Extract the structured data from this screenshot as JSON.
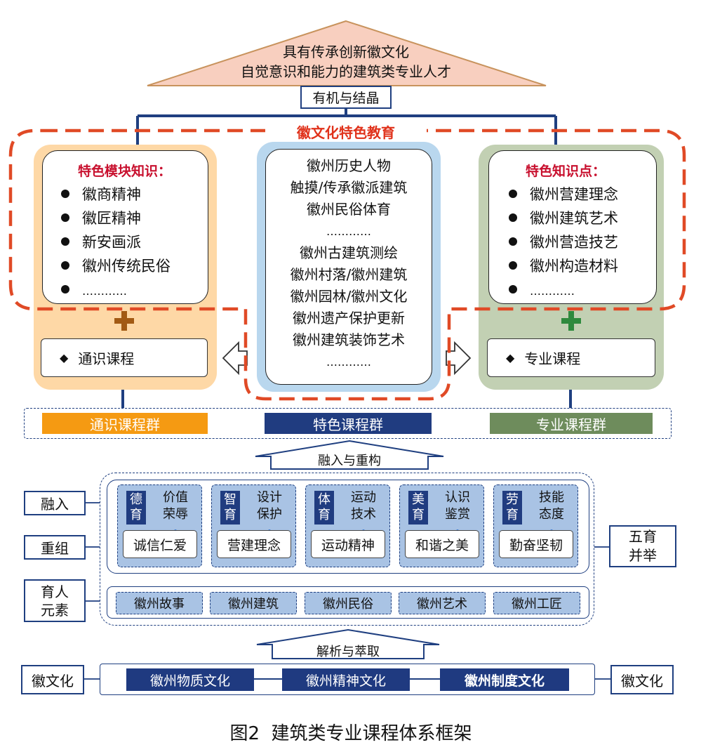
{
  "goal": {
    "line1": "具有传承创新徽文化",
    "line2": "自觉意识和能力的建筑类专业人才"
  },
  "organic_label": "有机与结晶",
  "feature_edu_label": "徽文化特色教育",
  "left_panel": {
    "title": "特色模块知识：",
    "items": [
      "徽商精神",
      "徽匠精神",
      "新安画派",
      "徽州传统民俗",
      "…………"
    ],
    "plus": "+",
    "course": "通识课程"
  },
  "mid_panel": {
    "lines": [
      "徽州历史人物",
      "触摸/传承徽派建筑",
      "徽州民俗体育",
      "…………",
      "徽州古建筑测绘",
      "徽州村落/徽州建筑",
      "徽州园林/徽州文化",
      "徽州遗产保护更新",
      "徽州建筑装饰艺术",
      "…………"
    ]
  },
  "right_panel": {
    "title": "特色知识点：",
    "items": [
      "徽州营建理念",
      "徽州建筑艺术",
      "徽州营造技艺",
      "徽州构造材料",
      "…………"
    ],
    "plus": "+",
    "course": "专业课程"
  },
  "course_groups": [
    {
      "label": "通识课程群",
      "color": "#f59a12"
    },
    {
      "label": "特色课程群",
      "color": "#203c80"
    },
    {
      "label": "专业课程群",
      "color": "#6e8c5c"
    }
  ],
  "integrate_label": "融入与重构",
  "side_labels": {
    "rongru": "融入",
    "chongzu": "重组",
    "yuren": "育人元素",
    "wuyu": "五育并举"
  },
  "five_edu": [
    {
      "badge": "德育",
      "words": [
        "价值",
        "荣辱"
      ],
      "value": "诚信仁爱"
    },
    {
      "badge": "智育",
      "words": [
        "设计",
        "保护"
      ],
      "value": "营建理念"
    },
    {
      "badge": "体育",
      "words": [
        "运动",
        "技术"
      ],
      "value": "运动精神"
    },
    {
      "badge": "美育",
      "words": [
        "认识",
        "鉴赏"
      ],
      "value": "和谐之美"
    },
    {
      "badge": "劳育",
      "words": [
        "技能",
        "态度"
      ],
      "value": "勤奋坚韧"
    }
  ],
  "elements": [
    "徽州故事",
    "徽州建筑",
    "徽州民俗",
    "徽州艺术",
    "徽州工匠"
  ],
  "analysis_label": "解析与萃取",
  "culture_side": {
    "left": "徽文化",
    "right": "徽文化"
  },
  "culture_items": [
    "徽州物质文化",
    "徽州精神文化",
    "徽州制度文化"
  ],
  "caption": "图2  建筑类专业课程体系框架",
  "colors": {
    "navy": "#1f3f80",
    "orange": "#f59a12",
    "red_dash": "#e04a26",
    "green": "#6e8c5c"
  }
}
